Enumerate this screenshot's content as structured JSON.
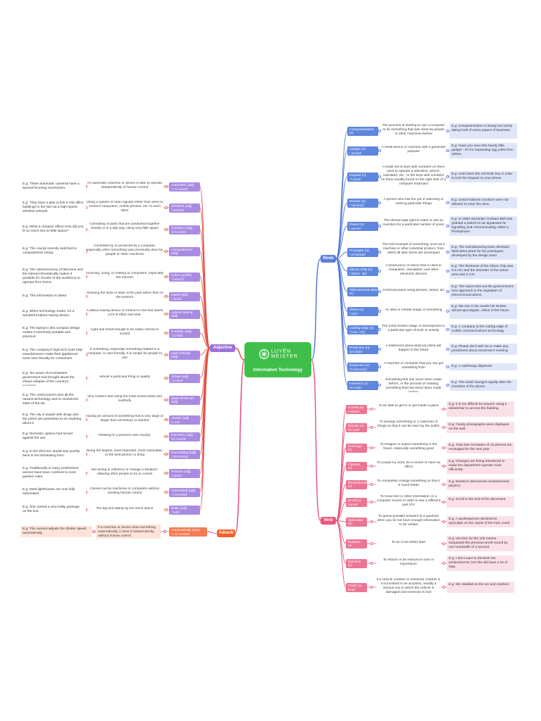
{
  "center": {
    "brand_line1": "LUYỆN",
    "brand_line2": "MEISTER",
    "title": "Information Technology"
  },
  "colors": {
    "noun": "#6b8de3",
    "verb": "#ea6f8d",
    "adjective": "#a57fe0",
    "adverb": "#f2733a",
    "center": "#3fbf4a"
  },
  "branches": [
    {
      "key": "noun",
      "label": "Noun",
      "side": "right",
      "color": "#5c7fd9",
      "lineColor": "#4b73d2",
      "termBg": "#5e86dd",
      "defBg": "#ffffff",
      "exBg": "#dfe6fa",
      "entries": [
        {
          "term": "Computerisation (n)",
          "ipa": "/ˌkəmˈpjuːtəraɪˈzeɪʃn/",
          "def": "The process of starting to use a computer to do something that was done by people or other machines before",
          "ex": "E.g: Computerisation is slowly but surely taking hold of every aspect of business."
        },
        {
          "term": "Gadget (n)",
          "ipa": "/ˈɡædʒɪt/",
          "def": "A small device or machine with a particular purpose",
          "ex": "E.g: Have you seen this handy little gadget - it's for separating egg yolks from whites."
        },
        {
          "term": "Keypad (n)",
          "ipa": "/ˈkiːpæd/",
          "def": "A small set of keys with numbers on them used to operate a television, phone, calculator, etc., or the keys with numbers on them usually found on the right side of a computer keyboard",
          "ex": "E.g: Hold down the red END key in order to lock the keypad on your phone."
        },
        {
          "term": "Monitor (n)",
          "ipa": "/ˈmɒnɪtə(r)/",
          "def": "A person who has the job of watching or noticing particular things",
          "ex": "E.g: United Nations monitors were not allowed to enter the area."
        },
        {
          "term": "Patent (n)",
          "ipa": "/ˈpætənt/",
          "def": "The official legal right to make or sell an invention for a particular number of years",
          "ex": "E.g: In 1880 Alexander Graham Bell was granted a patent on an apparatus for signalling and communicating called a Photophone."
        },
        {
          "term": "Prototype (n)",
          "ipa": "/ˈprəʊtətaɪp/",
          "def": "The first example of something, such as a machine or other industrial product, from which all later forms are developed",
          "ex": "E.g: The manufacturing team develops fabrication plans for the prototypes developed by the design team."
        },
        {
          "term": "Silicon Chip (n)",
          "ipa": "/ˌsɪlɪkən ˈtʃɪp/",
          "def": "A small piece of silicon that is used in computers, calculators, and other electronic devices",
          "ex": "E.g: The thickness of the silicon chip was 0.5 mm and the diameter of the active area was 2 mm."
        },
        {
          "term": "Telecommunication (n)",
          "ipa": "/ˌtelikəmjuːnɪˈkeɪʃn/",
          "def": "Communication using phones, radios, etc",
          "ex": "E.g: The report sets out the government's new approach to the regulation of telecommunications."
        },
        {
          "term": "Vision (n)",
          "ipa": "/ˈvɪʒn/",
          "def": "An idea or mental image of something",
          "ex": "E.g: We see in his novels his sinister, almost apocalyptic, vision of the future."
        },
        {
          "term": "Cutting-edge (n)",
          "ipa": "/ˌkʌtɪŋ ˈedʒ/",
          "def": "The most modern stage of development in a particular type of work or activity",
          "ex": "E.g: A company at the cutting edge of mobile communications technology"
        },
        {
          "term": "Prediction (n)",
          "ipa": "/prɪˈdɪkʃn/",
          "def": "A statement about what you think will happen in the future",
          "ex": "E.g: Please don't ask me to make any predictions about tomorrow's meeting."
        },
        {
          "term": "Dispenser (n)",
          "ipa": "/dɪˈspensə(r)/",
          "def": "A machine or container that you can get something from",
          "ex": "E.g: A cash/soap dispenser"
        },
        {
          "term": "Invention (n)",
          "ipa": "/ɪnˈvenʃn/",
          "def": "Something that has never been made before, or the process of creating something that has never been made before",
          "ex": "E.g: The world changed rapidly after the invention of the phone."
        }
      ]
    },
    {
      "key": "verb",
      "label": "Verb",
      "side": "right",
      "color": "#e9577e",
      "lineColor": "#e6507a",
      "termBg": "#ec7594",
      "defBg": "#ffffff",
      "exBg": "#fbe0e7",
      "entries": [
        {
          "term": "Access (v)",
          "ipa": "/ˈækses/",
          "def": "To be able to get to or get inside a place",
          "ex": "E.g: It is too difficult for anyone using a wheelchair to access the building."
        },
        {
          "term": "Display (v)",
          "ipa": "/dɪˈspleɪ/",
          "def": "To arrange something or a collection of things so that it can be seen by the public",
          "ex": "E.g: Family photographs were displayed on the wall."
        },
        {
          "term": "Envisage (v)",
          "ipa": "/ɪnˈvɪzɪdʒ/",
          "def": "To imagine or expect something in the future, especially something good",
          "ex": "E.g: Train fare increases of 15 percent are envisaged for the next year."
        },
        {
          "term": "Operate (v)",
          "ipa": "/ˈɒpəreɪt/",
          "def": "To (cause to) work, be in action or have an effect",
          "ex": "E.g: Changes are being introduced to make the department operate more efficiently."
        },
        {
          "term": "Revolutionise (v)",
          "ipa": "/ˌrevəˈluːʃənaɪz/",
          "def": "To completely change something so that it is much better",
          "ex": "E.g: Newton's discoveries revolutionized physics."
        },
        {
          "term": "Scroll (v)",
          "ipa": "/skrəʊl/",
          "def": "To move text or other information on a computer screen in order to see a different part of it",
          "ex": "E.g: Scroll to the end of the document."
        },
        {
          "term": "Speculate (v)",
          "ipa": "/ˈspekjuleɪt/",
          "def": "To guess possible answers to a question when you do not have enough information to be certain",
          "ex": "E.g: A spokesperson declined to speculate on the cause of the train crash."
        },
        {
          "term": "Surpass (v)",
          "ipa": "/səˈpɑːs/",
          "def": "To do or be better than",
          "ex": "E.g: His time for the 100 metres surpassed the previous world record by one hundredth of a second."
        },
        {
          "term": "Diminish (v)",
          "ipa": "/dɪˈmɪnɪʃ/",
          "def": "To reduce or be reduced in size or importance",
          "ex": "E.g: I don't want to diminish her achievements, but she did have a lot of help."
        },
        {
          "term": "Crash (v)",
          "ipa": "/kræʃ/",
          "def": "If a vehicle crashes or someone crashes it, it is involved in an accident, usually a serious one in which the vehicle is damaged and someone is hurt",
          "ex": "E.g: We skidded on the ice and crashed."
        }
      ]
    },
    {
      "key": "adjective",
      "label": "Adjective",
      "side": "left",
      "color": "#9b72db",
      "lineColor": "#e24b3c",
      "termBg": "#a98be2",
      "defBg": "#ffffff",
      "exBg": "#ffffff",
      "entries": [
        {
          "term": "Automatic (adj)",
          "ipa": "/ˌɔːtəˈmætɪk/",
          "def": "An automatic machine or device is able to operate independently of human control",
          "ex": "E.g: These automatic cameras have a special focusing mechanism."
        },
        {
          "term": "Wireless (adj)",
          "ipa": "/ˈwaɪələs/",
          "def": "Using a system of radio signals rather than wires to connect computers, mobile phones, etc. to each other",
          "ex": "E.g: They have a plan to link 9,700 office buildings to the Net via a high-speed wireless network."
        },
        {
          "term": "Compact (adj)",
          "ipa": "/kəmˈpækt/",
          "def": "Consisting of parts that are positioned together closely or in a tidy way, using very little space",
          "ex": "E.g: What a compact office! How did you fit so much into so little space?"
        },
        {
          "term": "Computerised (adj)",
          "ipa": "/kəmˈpjuːtəraɪzd/",
          "def": "Controlled by or produced by a computer, especially when something was previously done by people or other machines",
          "ex": "E.g: The county recently switched to computerised voting."
        },
        {
          "term": "Cyber (prefix)",
          "ipa": "/ˈsaɪbə(r)/",
          "def": "Involving, using, or relating to computers, especially the internet",
          "ex": "E.g: The cybereconomy of telecoms and the internet theoretically makes it possible for chunks of the workforce to operate from home."
        },
        {
          "term": "Dated (adj)",
          "ipa": "/ˈdeɪtɪd/",
          "def": "Showing the facts or style of the past rather than of the present",
          "ex": "E.g: This information is dated"
        },
        {
          "term": "Labour-saving (adj)",
          "ipa": "/ˈleɪbə seɪvɪŋ/",
          "def": "A labour-saving device or method is one that saves a lot of effort and time.",
          "ex": "E.g: When technology works, it's a wonderful labour-saving device."
        },
        {
          "term": "Portable (adj)",
          "ipa": "/ˈpɔːtəbl/",
          "def": "Light and small enough to be easily carried or moved",
          "ex": "E.g: The laptop's ultra compact design makes it extremely portable and practical."
        },
        {
          "term": "User-friendly (adj)",
          "ipa": "/ˌjuːzə ˈfrendli/",
          "def": "If something, especially something related to a computer, is user-friendly, it is simple for people to use",
          "ex": "E.g: The company's high-tech tools help manufacturers make their appliances more user-friendly for consumers."
        },
        {
          "term": "Virtual (adj)",
          "ipa": "/ˈvɜːtʃuəl/",
          "def": "Almost a particular thing or quality",
          "ex": "E.g: Ten years of incompetent government had brought about the virtual collapse of the country's economy."
        },
        {
          "term": "State-of-the-art (adj)",
          "ipa": "/ˌsteɪt əv ði ˈɑːt/",
          "def": "Very modern and using the most recent ideas and methods",
          "ex": "E.g: The control panel uses all the newest technology and is considered state-of-the-art."
        },
        {
          "term": "Awash (adj)",
          "ipa": "/əˈwɒʃ/",
          "def": "Having an amount of something that is very large or larger than necessary or wanted",
          "ex": "E.g: The city is awash with drugs and the police are powerless to do anything about it."
        },
        {
          "term": "Domestic (adj)",
          "ipa": "/dəˈmestɪk/",
          "def": "Relating to a person's own country",
          "ex": "E.g: Domestic opinion had turned against the war"
        },
        {
          "term": "Dominating (adj)",
          "ipa": "/ˈdɒmɪneɪtɪŋ/",
          "def": "Being the largest, most important, most noticeable, or the best person or thing",
          "ex": "E.g: In the third set, Nadal was quickly back to his dominating form."
        },
        {
          "term": "Passive (adj)",
          "ipa": "/ˈpæsɪv/",
          "def": "Not acting to influence or change a situation; allowing other people to be in control",
          "ex": "E.g: Traditionally in many professions women have been confined to more passive roles."
        },
        {
          "term": "Automated (adj)",
          "ipa": "/ˈɔːtəmeɪtɪd/",
          "def": "Carried out by machines or computers without needing human control",
          "ex": "E.g: Most lighthouses are now fully automated."
        },
        {
          "term": "Bulky (adj)",
          "ipa": "/ˈbʌlki/",
          "def": "Too big and taking up too much space",
          "ex": "E.g: She carried a very bulky package on the bus."
        }
      ]
    },
    {
      "key": "adverb",
      "label": "Adverb",
      "side": "left",
      "color": "#f0622c",
      "lineColor": "#e8406a",
      "termBg": "#f47a54",
      "defBg": "#ffe3da",
      "exBg": "#ffe3da",
      "entries": [
        {
          "term": "Automatically (adv)",
          "ipa": "/ˌɔːtəˈmætɪkli/",
          "def": "If a machine or device does something automatically, it does it independently, without human control",
          "ex": "E.g: The camera adjusts the shutter speed automatically."
        }
      ]
    }
  ]
}
